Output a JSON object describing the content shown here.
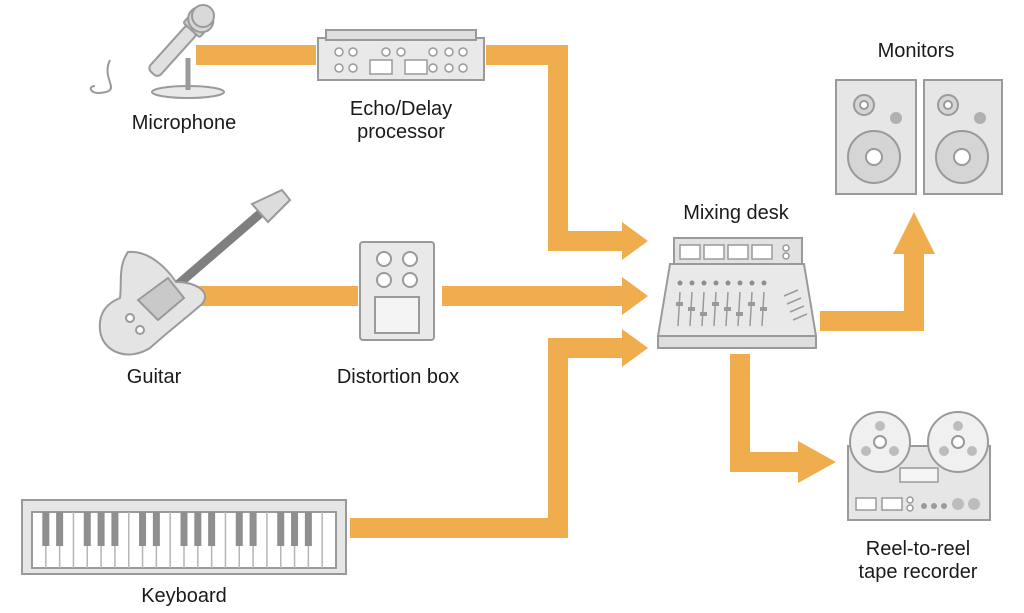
{
  "colors": {
    "flow": "#f0ad4e",
    "device_fill": "#e9e9e9",
    "device_stroke": "#9a9a9a",
    "device_dark": "#8f8f8f",
    "text": "#1a1a1a"
  },
  "nodes": {
    "microphone": {
      "label": "Microphone",
      "icon": "microphone-icon"
    },
    "echo_delay": {
      "label_line1": "Echo/Delay",
      "label_line2": "processor",
      "icon": "echo-delay-processor-icon"
    },
    "guitar": {
      "label": "Guitar",
      "icon": "electric-guitar-icon"
    },
    "distortion": {
      "label": "Distortion box",
      "icon": "distortion-pedal-icon"
    },
    "keyboard": {
      "label": "Keyboard",
      "icon": "keyboard-icon"
    },
    "mixing_desk": {
      "label": "Mixing desk",
      "icon": "mixing-desk-icon"
    },
    "monitors": {
      "label": "Monitors",
      "icon": "speaker-monitors-icon"
    },
    "reel_to_reel": {
      "label_line1": "Reel-to-reel",
      "label_line2": "tape recorder",
      "icon": "reel-to-reel-recorder-icon"
    }
  },
  "edges": [
    {
      "from": "microphone",
      "to": "echo_delay"
    },
    {
      "from": "echo_delay",
      "to": "mixing_desk"
    },
    {
      "from": "guitar",
      "to": "distortion"
    },
    {
      "from": "distortion",
      "to": "mixing_desk"
    },
    {
      "from": "keyboard",
      "to": "mixing_desk"
    },
    {
      "from": "mixing_desk",
      "to": "monitors"
    },
    {
      "from": "mixing_desk",
      "to": "reel_to_reel"
    }
  ]
}
